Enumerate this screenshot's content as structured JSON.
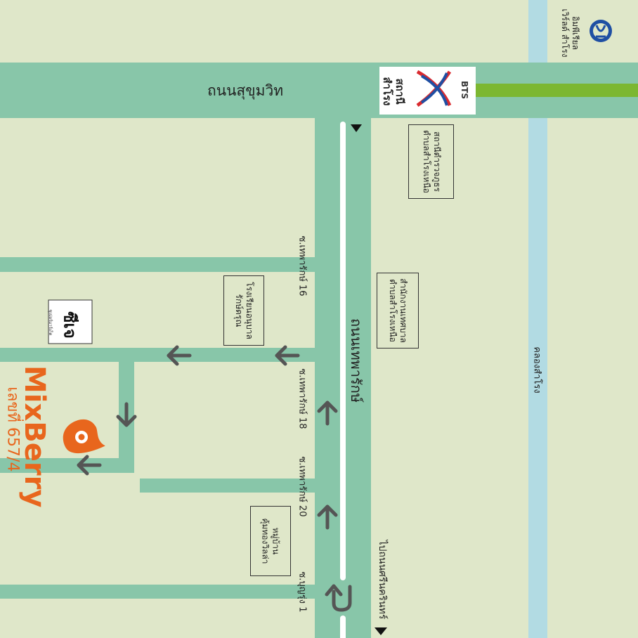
{
  "colors": {
    "background": "#dfe7c9",
    "road": "#88c6a9",
    "road_divider": "#ffffff",
    "canal": "#b2dbe3",
    "bts_line": "#7cb731",
    "arrow": "#555555",
    "brand": "#e8661d",
    "bts_red": "#d92a2f",
    "bts_blue": "#1f4fa3"
  },
  "roads": {
    "sukhumvit": "ถนนสุขุมวิท",
    "thepharak": "ถนนเทพารักษ์",
    "soi16": "ซ.เทพารักษ์ 16",
    "soi18": "ซ.เทพารักษ์ 18",
    "soi20": "ซ.เทพารักษ์ 20",
    "soi_bunrung": "ซ.บุญรุ่ง 1",
    "canal": "คลองสำโรง",
    "to_srinakarin": "ไปถนนศรีนครินทร์"
  },
  "landmarks": {
    "imperial_line1": "อิมพีเรียล",
    "imperial_line2": "เวิร์ลด์ สำโรง",
    "bts_logo": "BTS",
    "bts_line1": "สถานี",
    "bts_line2": "สำโรง",
    "police_line1": "สถานีตำรวจภูธร",
    "police_line2": "ตำบลสำโรงเหนือ",
    "district_line1": "สำนักงานเทศบาล",
    "district_line2": "ตำบลสำโรงเหนือ",
    "school_line1": "โรงเรียนอนุบาล",
    "school_line2": "รักษ์ดรุณ",
    "village_line1": "หมู่บ้าน",
    "village_line2": "คุ้มทองวิลล่า",
    "supermarket_logo": "ซีเจ",
    "supermarket_sub": "ซูเปอร์มาร์เก็ต"
  },
  "destination": {
    "brand": "MixBerry",
    "address": "เลขที่ 657/4",
    "pin_icon": "location-pin-icon"
  }
}
